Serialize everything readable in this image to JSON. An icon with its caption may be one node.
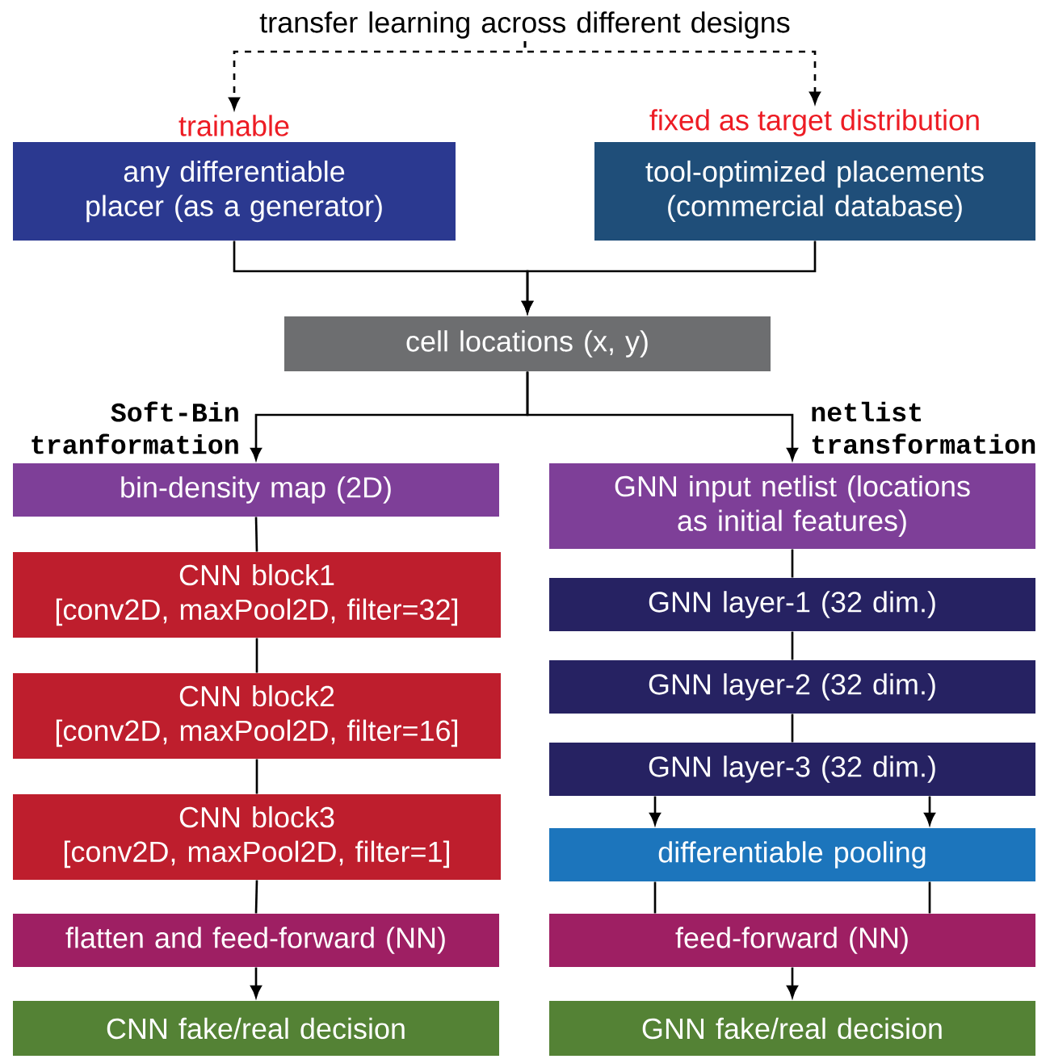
{
  "diagram": {
    "nodes": [
      {
        "text": [
          "transfer learning across different designs"
        ]
      },
      {
        "text": [
          "trainable",
          "any differentiable placer (as a generator)"
        ]
      },
      {
        "text": [
          "fixed as target distribution",
          "tool-optimized placements (commercial database)"
        ]
      },
      {
        "text": [
          "cell locations (x, y)"
        ]
      },
      {
        "text": [
          "bin-density map (2D)"
        ]
      },
      {
        "text": [
          "GNN input netlist (locations as initial features)"
        ]
      },
      {
        "text": [
          "CNN block1",
          "[conv2D, maxPool2D, filter=32]"
        ]
      },
      {
        "text": [
          "CNN block2",
          "[conv2D, maxPool2D, filter=16]"
        ]
      },
      {
        "text": [
          "CNN block3",
          "[conv2D, maxPool2D, filter=1]"
        ]
      },
      {
        "text": [
          "flatten and feed-forward (NN)"
        ]
      },
      {
        "text": [
          "CNN fake/real decision"
        ]
      },
      {
        "text": [
          "GNN layer-1 (32 dim.)"
        ]
      },
      {
        "text": [
          "GNN layer-2 (32 dim.)"
        ]
      },
      {
        "text": [
          "GNN layer-3 (32 dim.)"
        ]
      },
      {
        "text": [
          "differentiable pooling"
        ]
      },
      {
        "text": [
          "feed-forward (NN)"
        ]
      },
      {
        "text": [
          "GNN fake/real decision"
        ]
      }
    ],
    "edges": [
      {
        "from": 0,
        "to": 1,
        "arrow": "to",
        "style": "dashed"
      },
      {
        "from": 0,
        "to": 2,
        "arrow": "to",
        "style": "dashed"
      },
      {
        "from": 1,
        "to": 3,
        "arrow": "to"
      },
      {
        "from": 2,
        "to": 3,
        "arrow": "to"
      },
      {
        "from": 3,
        "to": 4,
        "arrow": "to",
        "label": "Soft-Bin tranformation"
      },
      {
        "from": 3,
        "to": 5,
        "arrow": "to",
        "label": "netlist transformation"
      },
      {
        "from": 4,
        "to": 6,
        "arrow": "none"
      },
      {
        "from": 6,
        "to": 7,
        "arrow": "none"
      },
      {
        "from": 7,
        "to": 8,
        "arrow": "none"
      },
      {
        "from": 8,
        "to": 9,
        "arrow": "none"
      },
      {
        "from": 9,
        "to": 10,
        "arrow": "to"
      },
      {
        "from": 5,
        "to": 11,
        "arrow": "none"
      },
      {
        "from": 11,
        "to": 12,
        "arrow": "none"
      },
      {
        "from": 12,
        "to": 13,
        "arrow": "none"
      },
      {
        "from": 13,
        "to": 14,
        "arrow": "to"
      },
      {
        "from": 13,
        "to": 14,
        "arrow": "to"
      },
      {
        "from": 14,
        "to": 15,
        "arrow": "none"
      },
      {
        "from": 14,
        "to": 15,
        "arrow": "none"
      },
      {
        "from": 15,
        "to": 16,
        "arrow": "to"
      }
    ]
  }
}
